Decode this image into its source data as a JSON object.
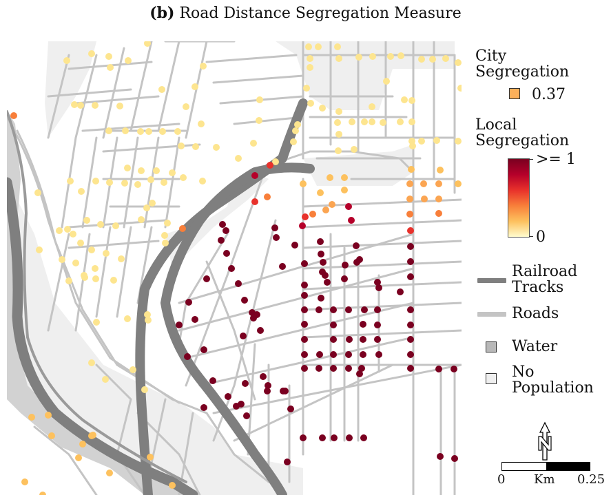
{
  "title": {
    "panel": "(b)",
    "text": "Road Distance Segregation Measure"
  },
  "legend": {
    "city_label_line1": "City",
    "city_label_line2": "Segregation",
    "city_value": "0.37",
    "city_color": "#fdb05a",
    "local_label_line1": "Local",
    "local_label_line2": "Segregation",
    "local_max": ">= 1",
    "local_min": "0",
    "railroad_line1": "Railroad",
    "railroad_line2": "Tracks",
    "roads": "Roads",
    "water": "Water",
    "nopop_line1": "No",
    "nopop_line2": "Population"
  },
  "colors": {
    "railroad": "#7f7f7f",
    "roads": "#c4c4c4",
    "water": "#b8b8b8",
    "no_population": "#efefef",
    "scale": [
      "#fffccd",
      "#fdc15e",
      "#f87f3a",
      "#e8312b",
      "#b5002a",
      "#7a0020"
    ]
  },
  "scalebar": {
    "start": "0",
    "unit": "Km",
    "end": "0.25"
  },
  "north_arrow": "north-arrow-icon"
}
